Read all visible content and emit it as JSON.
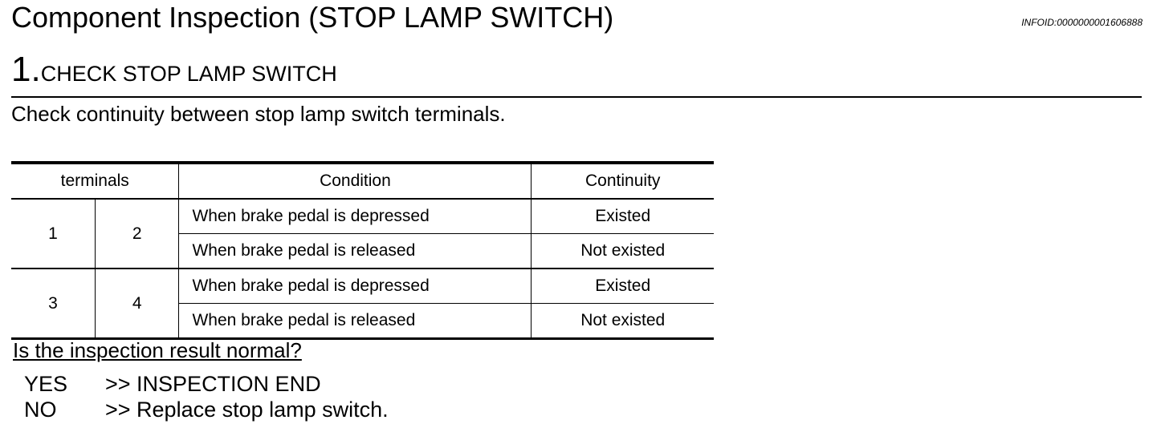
{
  "header": {
    "title": "Component Inspection (STOP LAMP SWITCH)",
    "info_id": "INFOID:0000000001606888"
  },
  "step": {
    "number": "1.",
    "title": "CHECK STOP LAMP SWITCH",
    "instruction": "Check continuity between stop lamp switch terminals."
  },
  "table": {
    "headers": {
      "terminals": "terminals",
      "condition": "Condition",
      "continuity": "Continuity"
    },
    "groups": [
      {
        "terminal_a": "1",
        "terminal_b": "2",
        "rows": [
          {
            "condition": "When brake pedal is depressed",
            "continuity": "Existed"
          },
          {
            "condition": "When brake pedal is released",
            "continuity": "Not existed"
          }
        ]
      },
      {
        "terminal_a": "3",
        "terminal_b": "4",
        "rows": [
          {
            "condition": "When brake pedal is depressed",
            "continuity": "Existed"
          },
          {
            "condition": "When brake pedal is released",
            "continuity": "Not existed"
          }
        ]
      }
    ]
  },
  "result": {
    "question": "Is the inspection result normal?",
    "answers": [
      {
        "key": "YES",
        "action": ">> INSPECTION END"
      },
      {
        "key": "NO",
        "action": ">> Replace stop lamp switch."
      }
    ]
  }
}
